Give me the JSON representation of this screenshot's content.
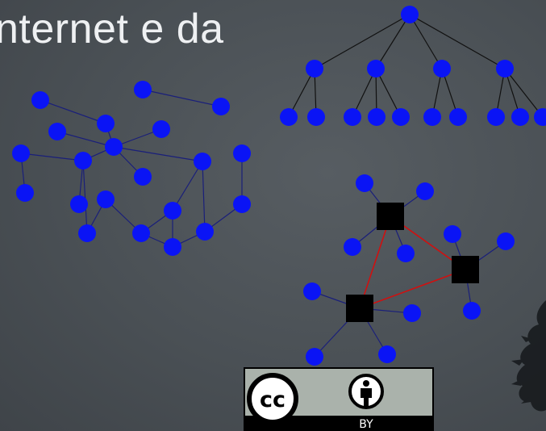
{
  "slide": {
    "title_fragment": "nternet e da"
  },
  "colors": {
    "node": "#0a14f5",
    "edge": "#1a1f7a",
    "hub": "#000000",
    "hub_edge": "#d01010",
    "tree_edge": "#111111",
    "text": "#eef0f2"
  },
  "cc_badge": {
    "cc_text": "cc",
    "by_text": "BY"
  }
}
